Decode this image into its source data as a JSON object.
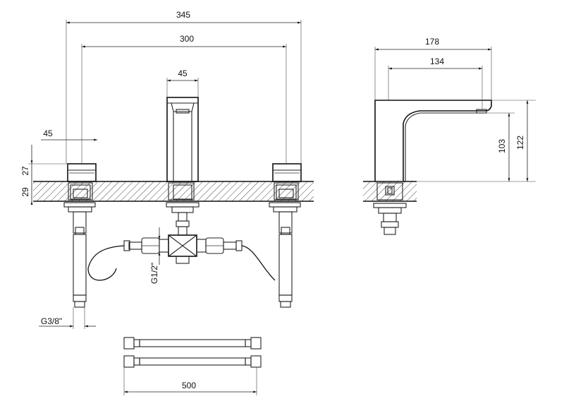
{
  "front_view": {
    "dim_overall_width": "345",
    "dim_handle_spacing": "300",
    "dim_spout_width": "45",
    "dim_handle_width": "45",
    "dim_handle_height": "27",
    "dim_deck_thickness": "29",
    "label_inlet_thread": "G1/2\"",
    "label_hose_thread": "G3/8\""
  },
  "side_view": {
    "dim_depth": "178",
    "dim_spout_reach": "134",
    "dim_spout_height": "103",
    "dim_total_height": "122"
  },
  "hoses": {
    "dim_length": "500"
  }
}
